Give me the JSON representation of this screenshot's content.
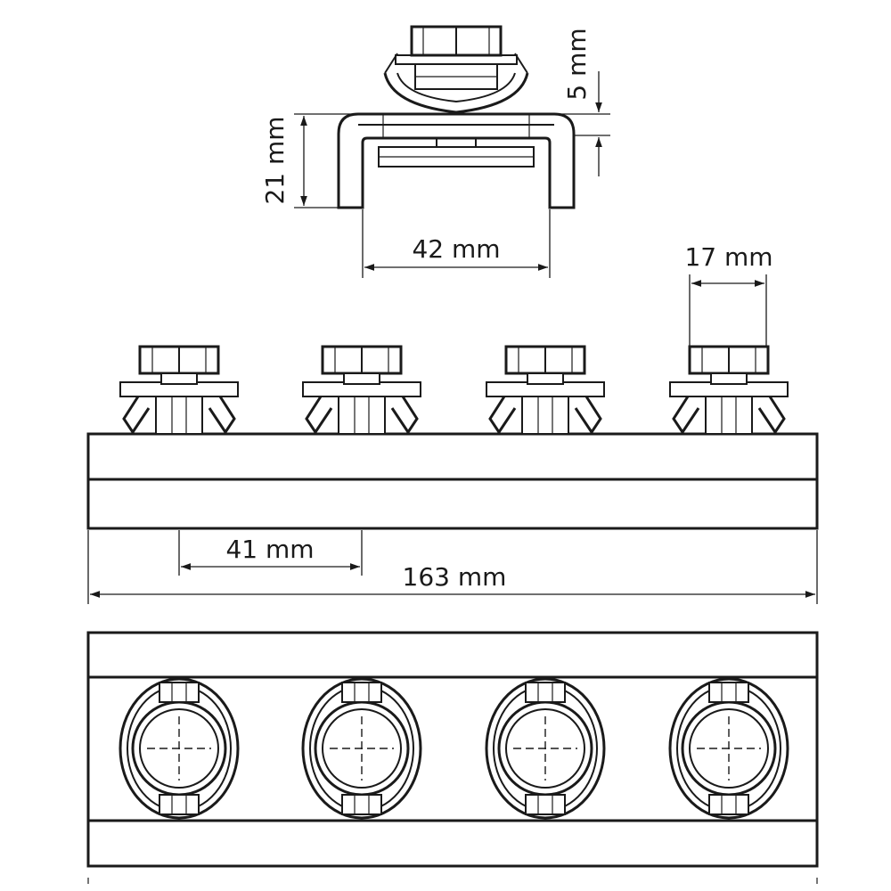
{
  "dimensions": {
    "height": "21 mm",
    "offset": "5 mm",
    "inner_width": "42 mm",
    "head_width": "17 mm",
    "pitch": "41 mm",
    "overall_length": "163 mm"
  },
  "views": {
    "side_view_bolts": 4,
    "top_view_bolts": 4
  }
}
